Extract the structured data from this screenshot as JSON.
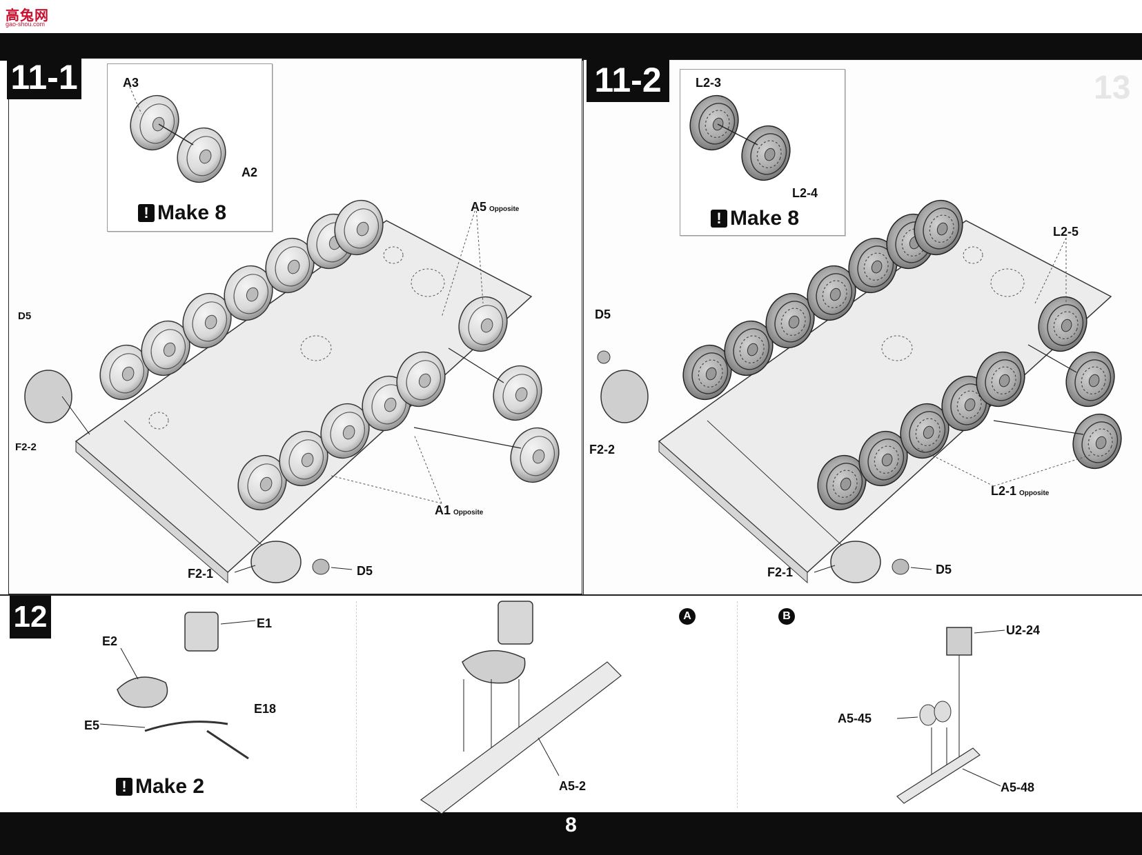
{
  "logo": {
    "main": "高兔网",
    "sub": "gao-shou.com"
  },
  "page_number": "8",
  "step11_1": {
    "tag": "11-1",
    "inset": {
      "part_a": "A3",
      "part_b": "A2",
      "make": "Make 8"
    },
    "labels": {
      "a5": "A5",
      "a5_note": "Opposite",
      "a1": "A1",
      "a1_note": "Opposite",
      "d5_left": "D5",
      "f2_2_left": "F2-2",
      "f2_1": "F2-1",
      "d5": "D5"
    }
  },
  "step11_2": {
    "tag": "11-2",
    "inset": {
      "part_a": "L2-3",
      "part_b": "L2-4",
      "make": "Make 8"
    },
    "labels": {
      "l2_5": "L2-5",
      "l2_1": "L2-1",
      "l2_1_note": "Opposite",
      "d5_top": "D5",
      "f2_2": "F2-2",
      "f2_1": "F2-1",
      "d5": "D5"
    },
    "ghost_tag": "13"
  },
  "step12": {
    "tag": "12",
    "labels": {
      "e1": "E1",
      "e2": "E2",
      "e5": "E5",
      "e18": "E18",
      "make": "Make 2",
      "a5_2": "A5-2",
      "u2_24": "U2-24",
      "a5_45": "A5-45",
      "a5_48": "A5-48"
    },
    "variants": {
      "a": "A",
      "b": "B"
    }
  },
  "icons": {
    "warning": "exclamation-icon"
  }
}
